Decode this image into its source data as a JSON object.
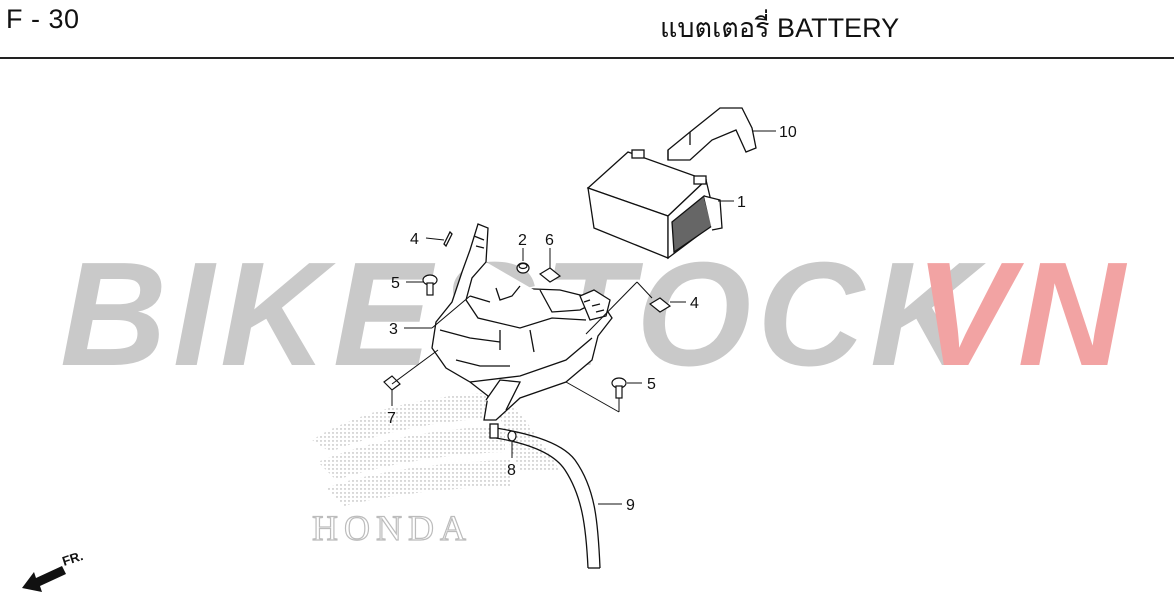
{
  "header": {
    "page_code": "F - 30",
    "title": "แบตเตอรี่  BATTERY"
  },
  "watermark": {
    "text_main": "BIKESTOCK",
    "text_accent": "VN",
    "color_main": "#c8c8c8",
    "color_accent": "#f2a3a3",
    "brand_text": "HONDA"
  },
  "direction_indicator": {
    "label": "FR."
  },
  "callouts": [
    {
      "id": "10",
      "label": "10"
    },
    {
      "id": "1",
      "label": "1"
    },
    {
      "id": "4a",
      "label": "4"
    },
    {
      "id": "2",
      "label": "2"
    },
    {
      "id": "6",
      "label": "6"
    },
    {
      "id": "5a",
      "label": "5"
    },
    {
      "id": "4b",
      "label": "4"
    },
    {
      "id": "3",
      "label": "3"
    },
    {
      "id": "5b",
      "label": "5"
    },
    {
      "id": "7",
      "label": "7"
    },
    {
      "id": "8",
      "label": "8"
    },
    {
      "id": "9",
      "label": "9"
    }
  ]
}
